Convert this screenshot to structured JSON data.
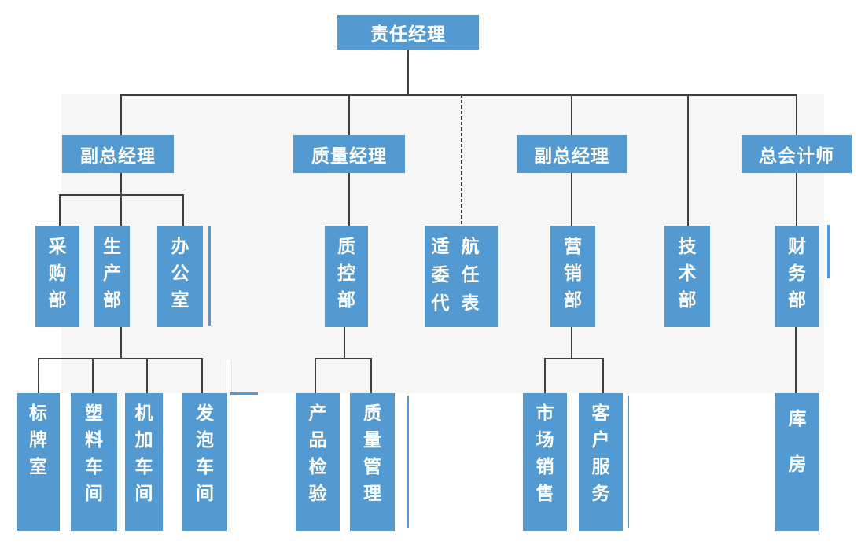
{
  "diagram": {
    "type": "org-chart",
    "colors": {
      "node_fill": "#539ad2",
      "node_text": "#ffffff",
      "connector": "#3f3f3f",
      "panel_background": "#f6f6f6",
      "page_background": "#ffffff"
    },
    "nodes": {
      "root": "责任经理",
      "deputy_gm_left": "副总经理",
      "quality_manager": "质量经理",
      "deputy_gm_right": "副总经理",
      "chief_accountant": "总会计师",
      "procurement_dept": "采\n购\n部",
      "production_dept": "生\n产\n部",
      "office": "办\n公\n室",
      "quality_control_dept": "质\n控\n部",
      "airworthiness_rep": "适航\n委任\n代表",
      "marketing_dept": "营\n销\n部",
      "technical_dept": "技\n术\n部",
      "finance_dept": "财\n务\n部",
      "sign_room": "标\n牌\n室",
      "plastic_workshop": "塑\n料\n车\n间",
      "machining_workshop": "机\n加\n车\n间",
      "foam_workshop": "发\n泡\n车\n间",
      "product_inspection": "产\n品\n检\n验",
      "quality_management": "质\n量\n管\n理",
      "market_sales": "市\n场\n销\n售",
      "customer_service": "客\n户\n服\n务",
      "warehouse": "库\n房"
    }
  }
}
